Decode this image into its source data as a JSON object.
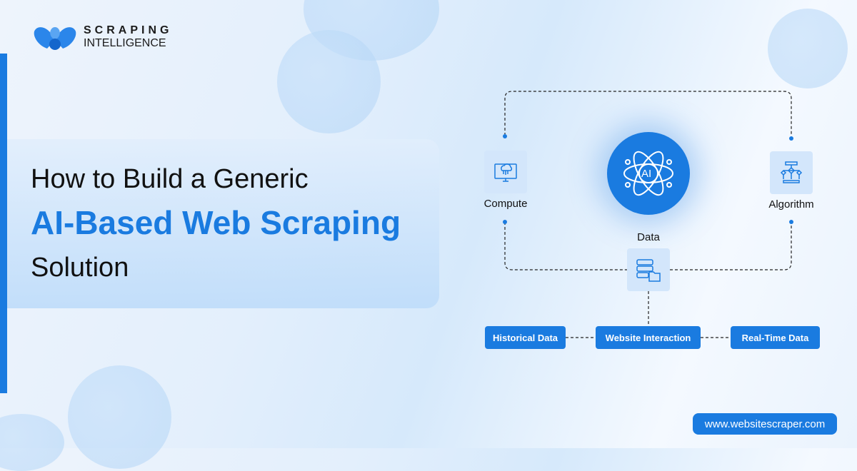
{
  "brand": {
    "line1": "SCRAPING",
    "line2": "INTELLIGENCE"
  },
  "headline": {
    "line1": "How to Build a Generic",
    "line2": "AI-Based Web Scraping",
    "line3": "Solution"
  },
  "diagram": {
    "center_label": "AI",
    "compute": "Compute",
    "algorithm": "Algorithm",
    "data": "Data",
    "sources": [
      "Historical Data",
      "Website Interaction",
      "Real-Time Data"
    ]
  },
  "website": "www.websitescraper.com",
  "colors": {
    "accent": "#1a7be0",
    "node_bg": "#d3e6fb"
  }
}
